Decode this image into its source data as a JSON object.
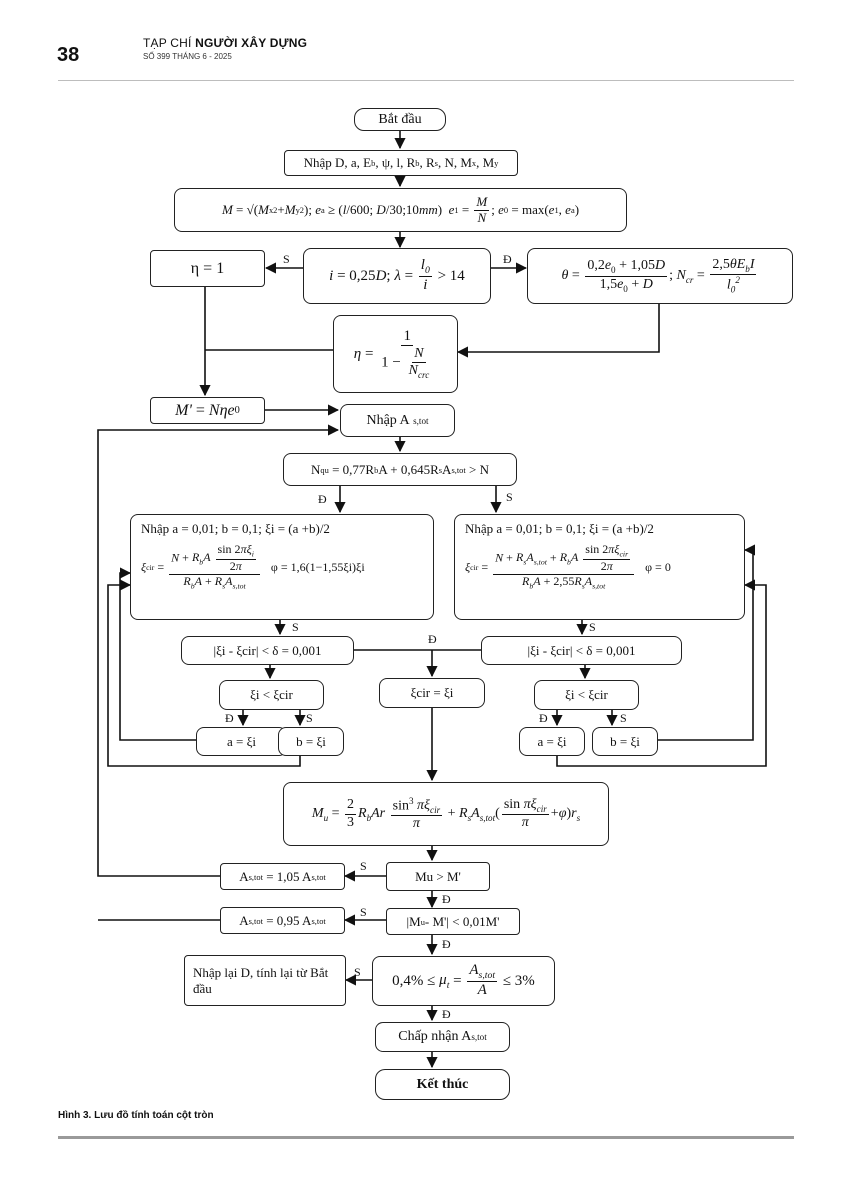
{
  "header": {
    "page_number": "38",
    "magazine_prefix": "TẠP CHÍ",
    "magazine_name": "NGƯỜI XÂY DỰNG",
    "issue": "SỐ 399 THÁNG 6 - 2025"
  },
  "caption": "Hình 3. Lưu đồ tính toán cột tròn",
  "flow": {
    "start": "Bắt đầu",
    "input_vars": "Nhập D, a, E_b, ψ, l, R_b, R_s, N, M_x, M_y",
    "yes": "Đ",
    "no": "S",
    "eta_one": "η = 1",
    "cond_lambda": "i = 0,25D; λ = l0/i > 14",
    "theta_ncr": "θ = (0,2e0 + 1,05D)/(1,5e0 + D); Ncr = 2,5θEbI/l0²",
    "m_prime": "M' = Nηe0",
    "input_as": "Nhập A",
    "input_as_sub": "s,tot",
    "nqu_cond": "Nqu = 0,77RbA + 0,645RsAs,tot > N",
    "left_init": "Nhập a = 0,01; b = 0,1; ξi = (a +b)/2",
    "right_init": "Nhập a = 0,01; b = 0,1; ξi = (a +b)/2",
    "phi_left": "φ = 1,6(1−1,55ξi)ξi",
    "phi_right": "φ = 0",
    "conv_left": "|ξi  - ξcir| < δ = 0,001",
    "conv_right": "|ξi  - ξcir| < δ = 0,001",
    "cmp_left": "ξi  < ξcir",
    "cmp_right": "ξi  < ξcir",
    "xicir_eq": "ξcir = ξi",
    "a_eq": "a = ξi",
    "b_eq": "b = ξi",
    "mu_gt": "Mu  > M'",
    "as_inc": "= 1,05 A",
    "as_dec": "= 0,95 A",
    "mu_close": "< 0,01M'",
    "reinput": "Nhập lại D, tính lại từ Bắt đầu",
    "mu_ratio": "0,4% ≤ μt = As,tot/A ≤ 3%",
    "accept": "Chấp nhận A",
    "end": "Kết thúc"
  }
}
